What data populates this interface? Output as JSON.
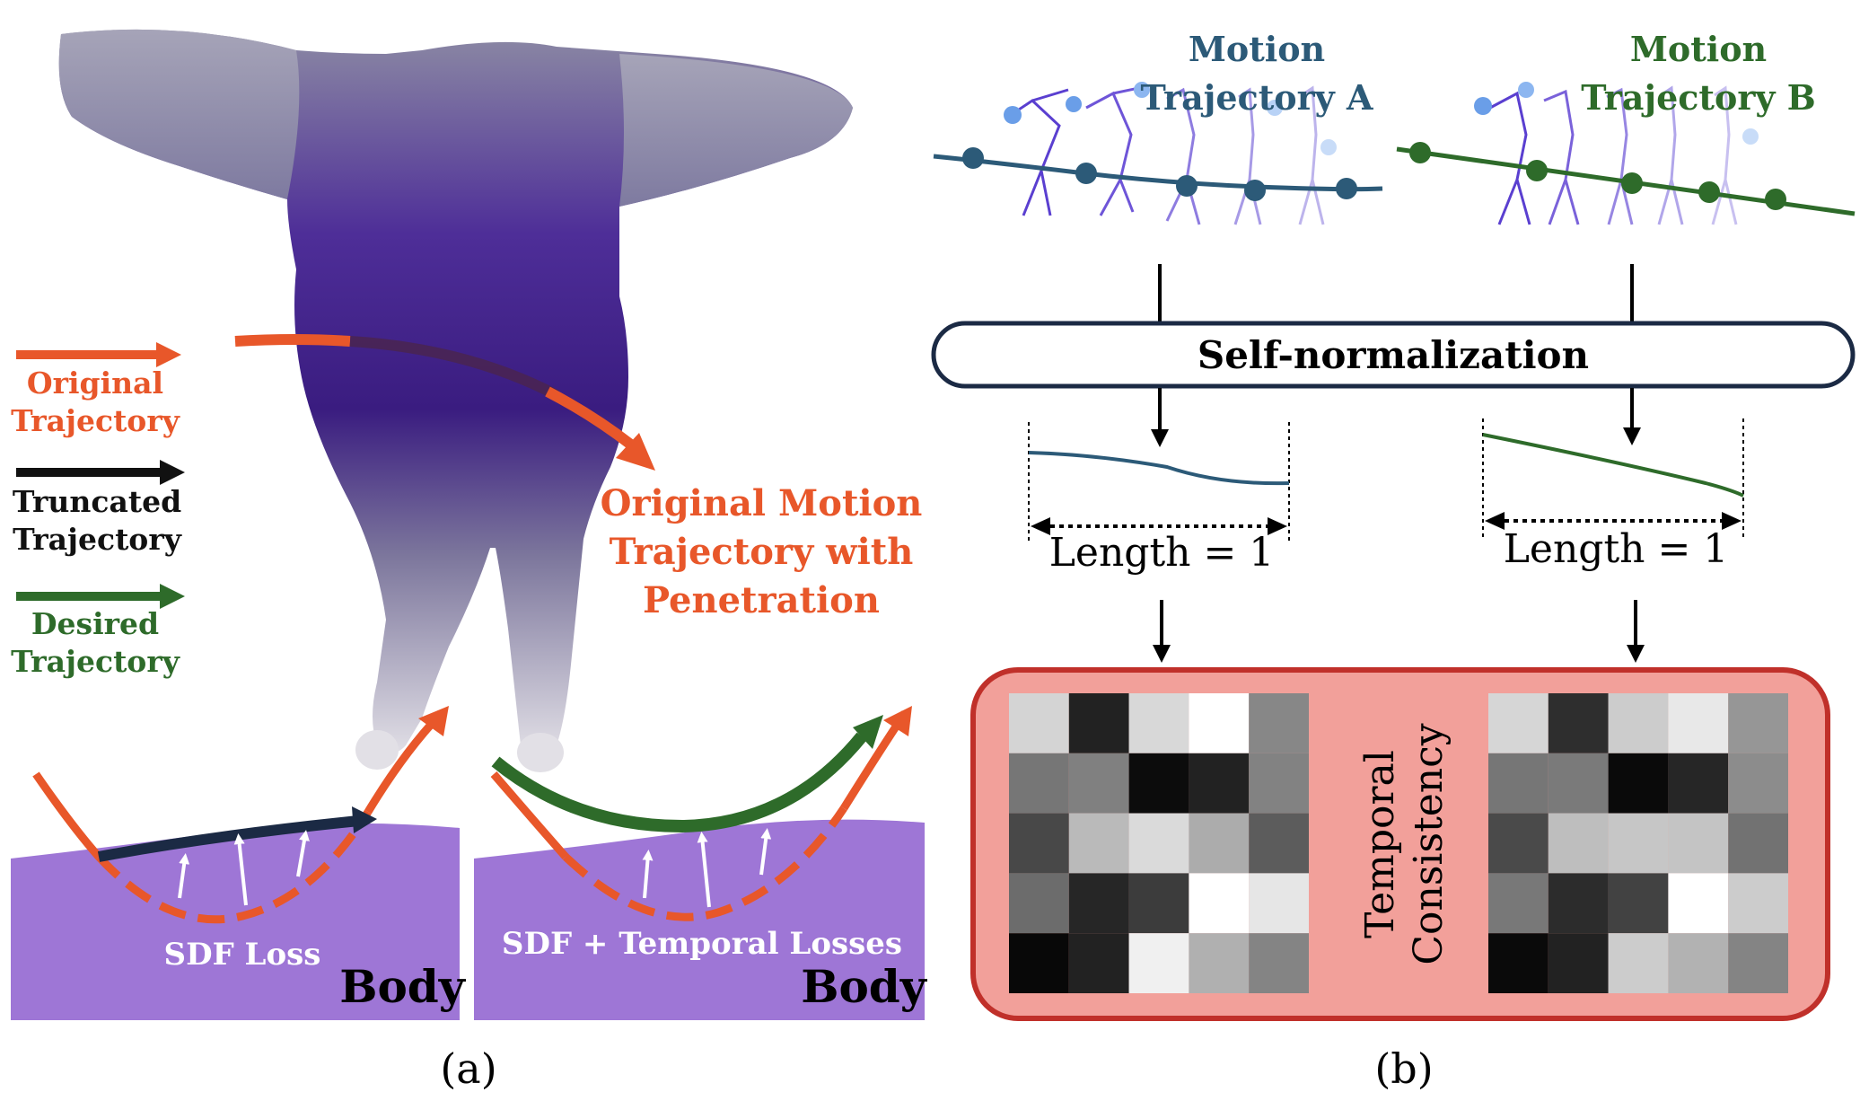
{
  "panel_a": {
    "legend": {
      "original": {
        "line1": "Original",
        "line2": "Trajectory",
        "color": "#E8572A"
      },
      "truncated": {
        "line1": "Truncated",
        "line2": "Trajectory",
        "color": "#111111"
      },
      "desired": {
        "line1": "Desired",
        "line2": "Trajectory",
        "color": "#2E6B2A"
      }
    },
    "annotation": {
      "line1": "Original Motion",
      "line2": "Trajectory with",
      "line3": "Penetration"
    },
    "left_ground": {
      "loss_label": "SDF Loss",
      "body_label": "Body"
    },
    "right_ground": {
      "loss_label": "SDF + Temporal Losses",
      "body_label": "Body"
    },
    "caption": "(a)",
    "colors": {
      "ground": "#9E76D6",
      "body_top": "#8A86A6",
      "body_mid": "#3F1F86",
      "body_feet": "#D8D6DE"
    }
  },
  "panel_b": {
    "traj_a": {
      "line1": "Motion",
      "line2": "Trajectory A",
      "color": "#2C5A78"
    },
    "traj_b": {
      "line1": "Motion",
      "line2": "Trajectory B",
      "color": "#2E6B2A"
    },
    "normalize_label": "Self-normalization",
    "length_a": "Length = 1",
    "length_b": "Length = 1",
    "consistency": {
      "line1": "Temporal",
      "line2": "Consistency"
    },
    "caption": "(b)",
    "box_fill": "#F2A09A",
    "box_stroke": "#C0302A",
    "matrix_a": [
      [
        212,
        34,
        216,
        255,
        135
      ],
      [
        118,
        128,
        12,
        34,
        130
      ],
      [
        72,
        186,
        218,
        172,
        92
      ],
      [
        108,
        38,
        60,
        255,
        230
      ],
      [
        8,
        34,
        240,
        176,
        132
      ]
    ],
    "matrix_b": [
      [
        214,
        46,
        204,
        232,
        150
      ],
      [
        118,
        122,
        10,
        38,
        140
      ],
      [
        74,
        190,
        198,
        196,
        114
      ],
      [
        120,
        44,
        66,
        255,
        204
      ],
      [
        10,
        34,
        204,
        178,
        132
      ]
    ]
  }
}
